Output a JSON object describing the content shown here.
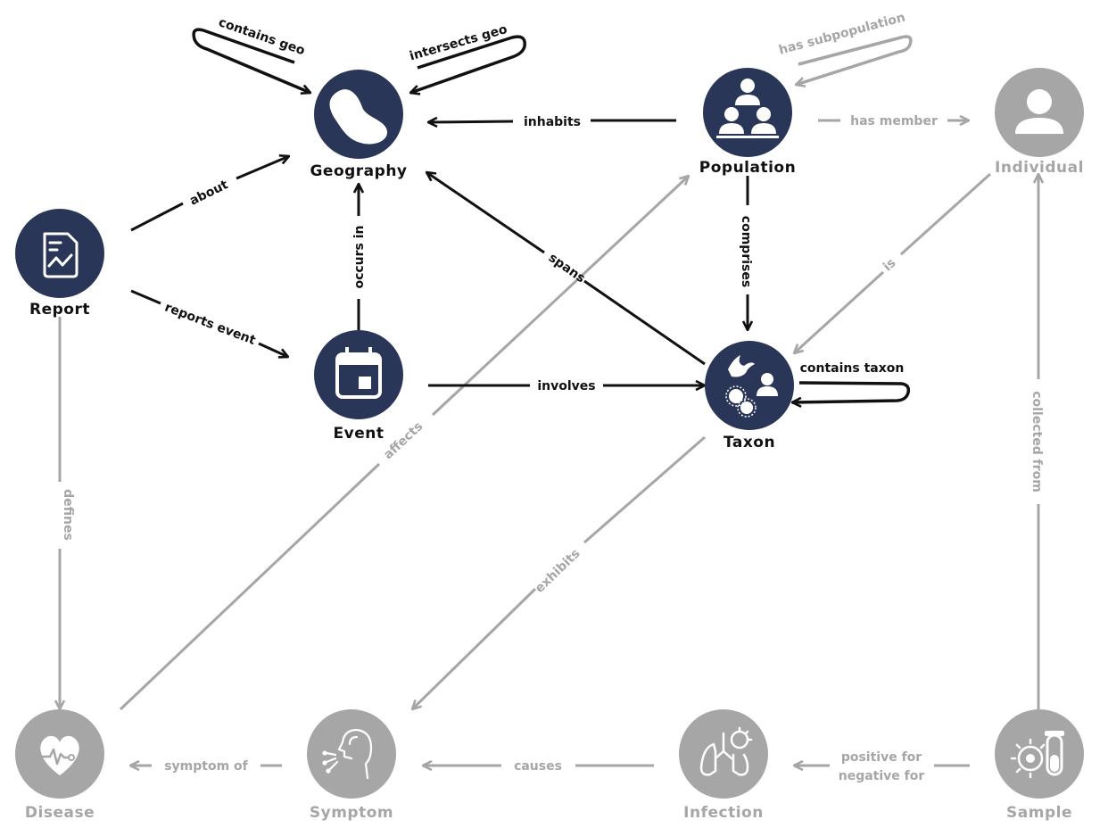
{
  "colors": {
    "dark": "#2a3657",
    "gray": "#a6a6a6",
    "black": "#111111",
    "white": "#ffffff"
  },
  "nodes": {
    "geography": {
      "label": "Geography",
      "icon": "blob-icon"
    },
    "population": {
      "label": "Population",
      "icon": "group-icon"
    },
    "individual": {
      "label": "Individual",
      "icon": "person-icon"
    },
    "report": {
      "label": "Report",
      "icon": "report-icon"
    },
    "event": {
      "label": "Event",
      "icon": "calendar-icon"
    },
    "taxon": {
      "label": "Taxon",
      "icon": "taxon-icon"
    },
    "disease": {
      "label": "Disease",
      "icon": "heart-icon"
    },
    "symptom": {
      "label": "Symptom",
      "icon": "sneeze-icon"
    },
    "infection": {
      "label": "Infection",
      "icon": "lungs-icon"
    },
    "sample": {
      "label": "Sample",
      "icon": "virus-tube-icon"
    }
  },
  "edges": {
    "contains_geo": "contains geo",
    "intersects_geo": "intersects geo",
    "has_subpopulation": "has subpopulation",
    "inhabits": "inhabits",
    "has_member": "has member",
    "about": "about",
    "occurs_in": "occurs in",
    "spans": "spans",
    "comprises": "comprises",
    "is": "is",
    "reports_event": "reports event",
    "involves": "involves",
    "contains_taxon": "contains taxon",
    "affects": "affects",
    "defines": "defines",
    "collected_from": "collected from",
    "exhibits": "exhibits",
    "symptom_of": "symptom of",
    "causes": "causes",
    "positive_for": "positive for",
    "negative_for": "negative for"
  }
}
